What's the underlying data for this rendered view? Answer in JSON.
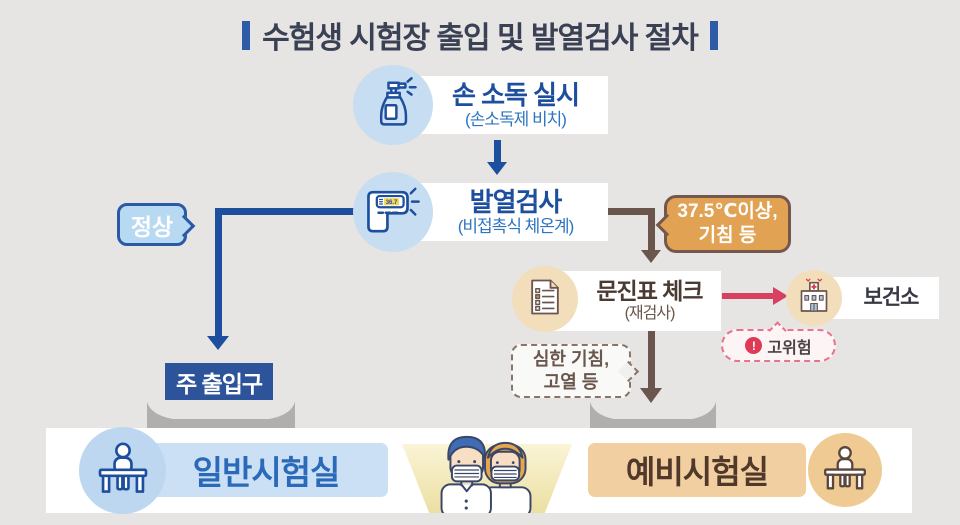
{
  "title": "수험생 시험장 출입 및 발열검사 절차",
  "steps": {
    "sanitize": {
      "title": "손 소독 실시",
      "subtitle": "(손소독제 비치)"
    },
    "fever": {
      "title": "발열검사",
      "subtitle": "(비접촉식 체온계)",
      "thermometer_reading": "36.7"
    },
    "questionnaire": {
      "title": "문진표 체크",
      "subtitle": "(재검사)"
    },
    "health_center": {
      "label": "보건소"
    }
  },
  "branches": {
    "normal_label": "정상",
    "fever_label_line1": "37.5℃이상,",
    "fever_label_line2": "기침 등",
    "severe_label_line1": "심한 기침,",
    "severe_label_line2": "고열 등",
    "high_risk_mark": "!",
    "high_risk_label": "고위험"
  },
  "locations": {
    "main_entrance": "주 출입구",
    "general_room": "일반시험실",
    "reserve_room": "예비시험실"
  },
  "colors": {
    "navy_accent": "#1d4f9e",
    "brown_accent": "#6a564c",
    "red_arrow": "#d84060",
    "orange_bubble": "#e2a253",
    "light_blue_circle": "#c7ddf1",
    "tan_circle": "#f3debb",
    "general_room_bg": "#cbe0f4",
    "reserve_room_bg": "#f2cfa0"
  }
}
